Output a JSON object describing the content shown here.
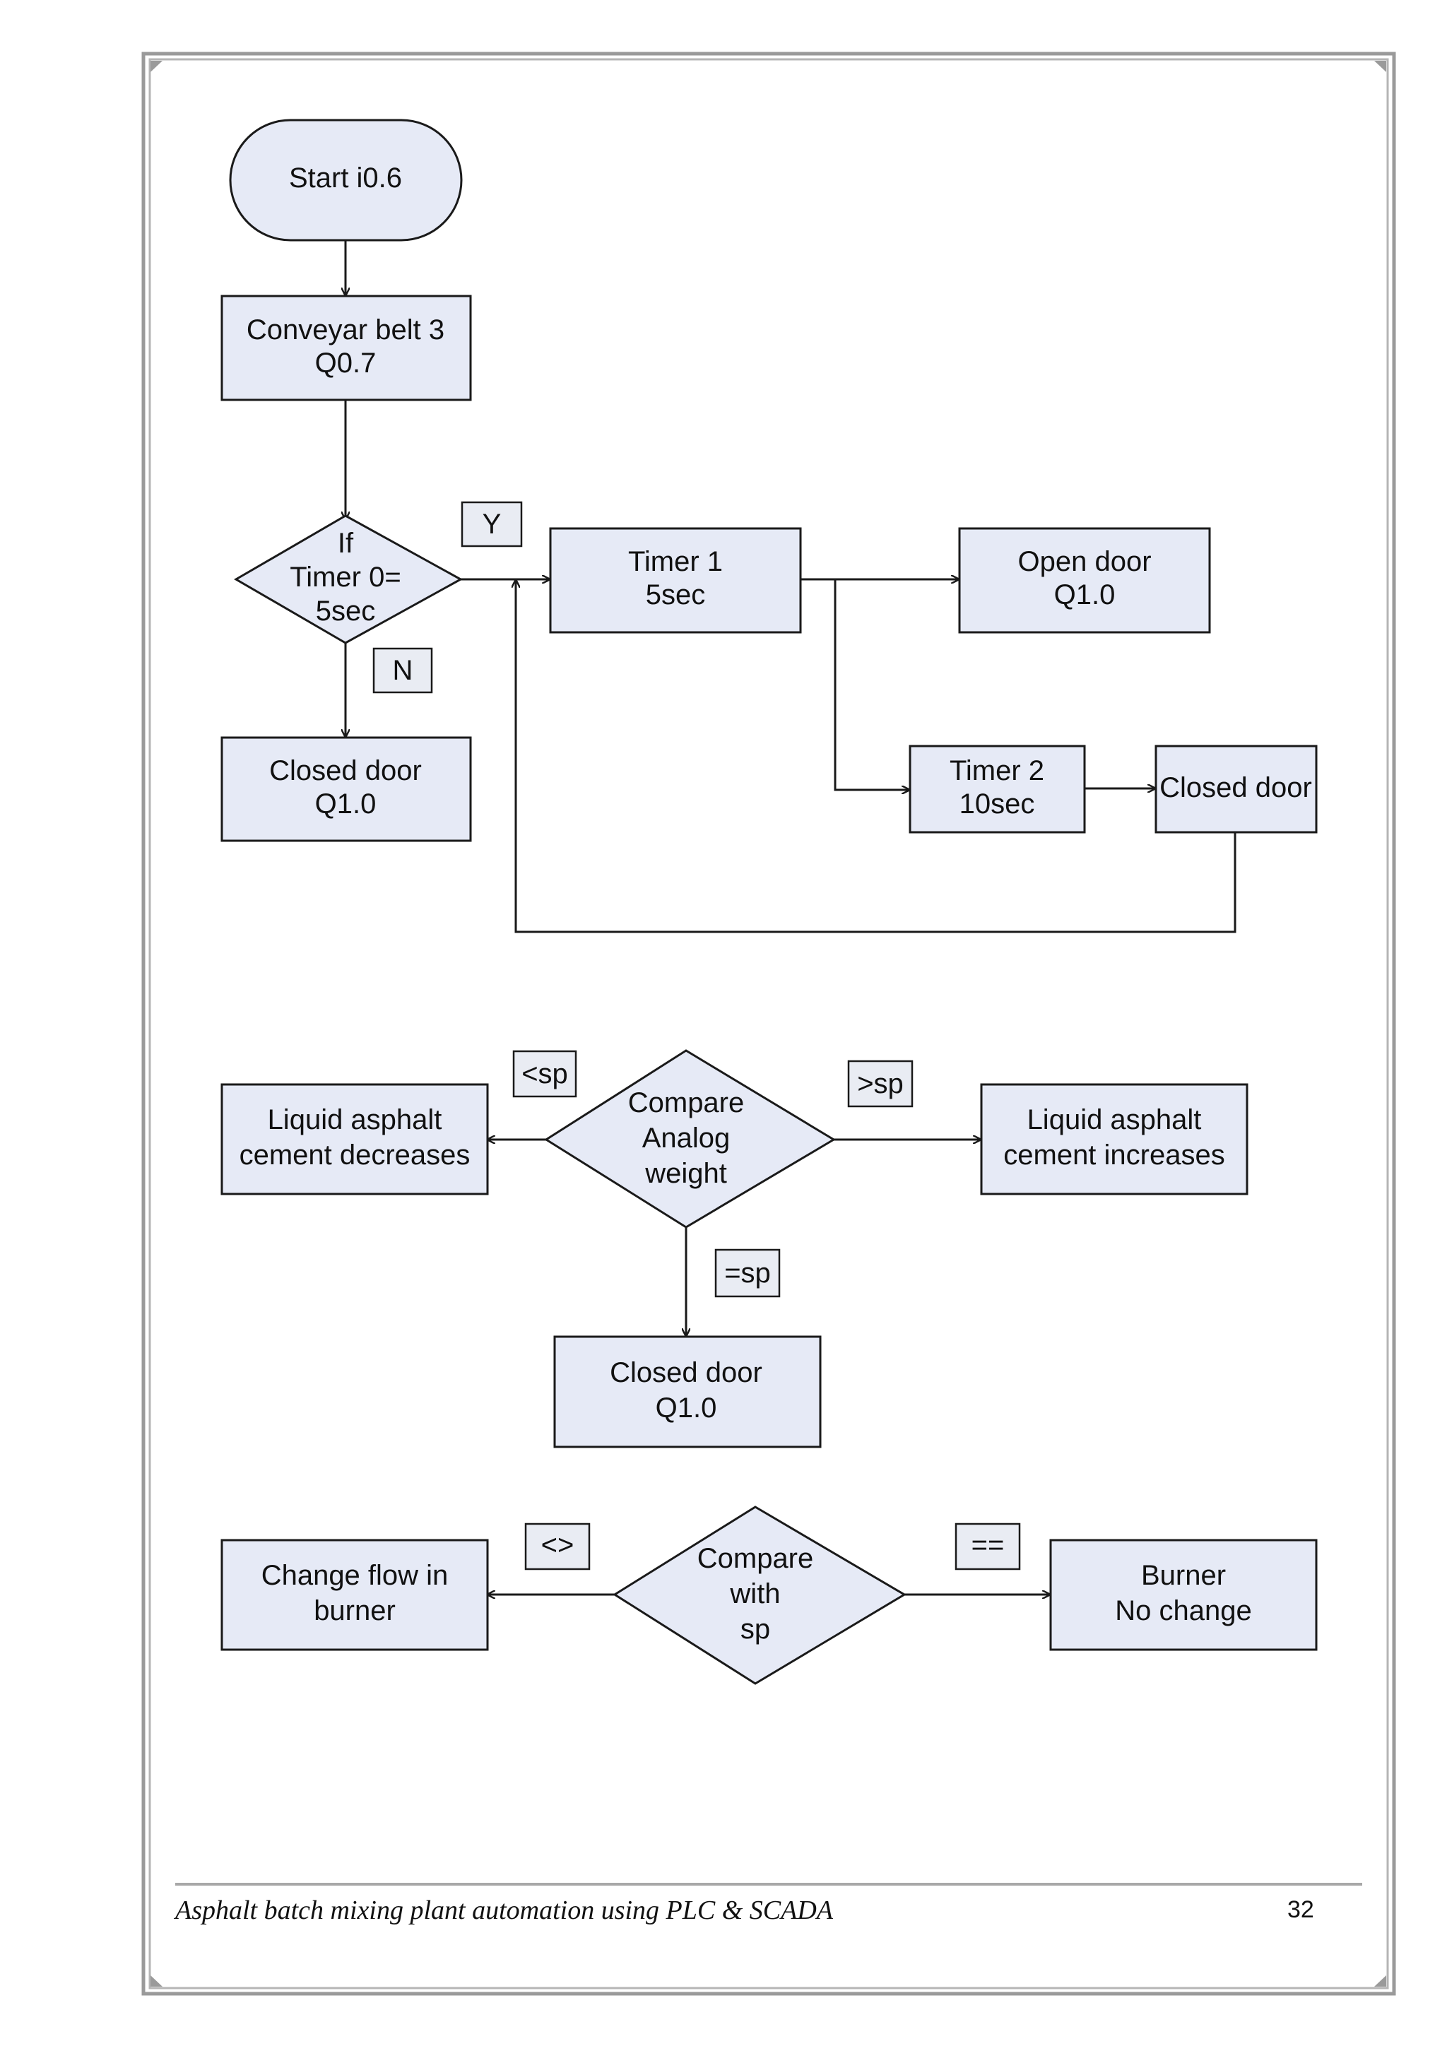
{
  "diagram": {
    "start": "Start i0.6",
    "conveyor": [
      "Conveyar belt 3",
      "Q0.7"
    ],
    "decision_timer": [
      "If",
      "Timer 0=",
      "5sec"
    ],
    "tag_y": "Y",
    "tag_n": "N",
    "timer1": [
      "Timer 1",
      "5sec"
    ],
    "open_door": [
      "Open door",
      "Q1.0"
    ],
    "closed_door_1": [
      "Closed door",
      "Q1.0"
    ],
    "timer2": [
      "Timer 2",
      "10sec"
    ],
    "closed_door_2": "Closed door",
    "compare_weight": [
      "Compare",
      "Analog",
      "weight"
    ],
    "tag_less": "<sp",
    "tag_greater": ">sp",
    "tag_equal": "=sp",
    "asphalt_decreases": [
      "Liquid asphalt",
      "cement decreases"
    ],
    "asphalt_increases": [
      "Liquid asphalt",
      "cement increases"
    ],
    "closed_door_3": [
      "Closed door",
      "Q1.0"
    ],
    "compare_sp": [
      "Compare",
      "with",
      "sp"
    ],
    "tag_ne": "<>",
    "tag_eq": "==",
    "change_flow": [
      "Change flow in",
      "burner"
    ],
    "burner_no_change": [
      "Burner",
      "No change"
    ]
  },
  "footer": {
    "title": "Asphalt batch mixing plant automation using PLC & SCADA",
    "page_number": "32"
  }
}
